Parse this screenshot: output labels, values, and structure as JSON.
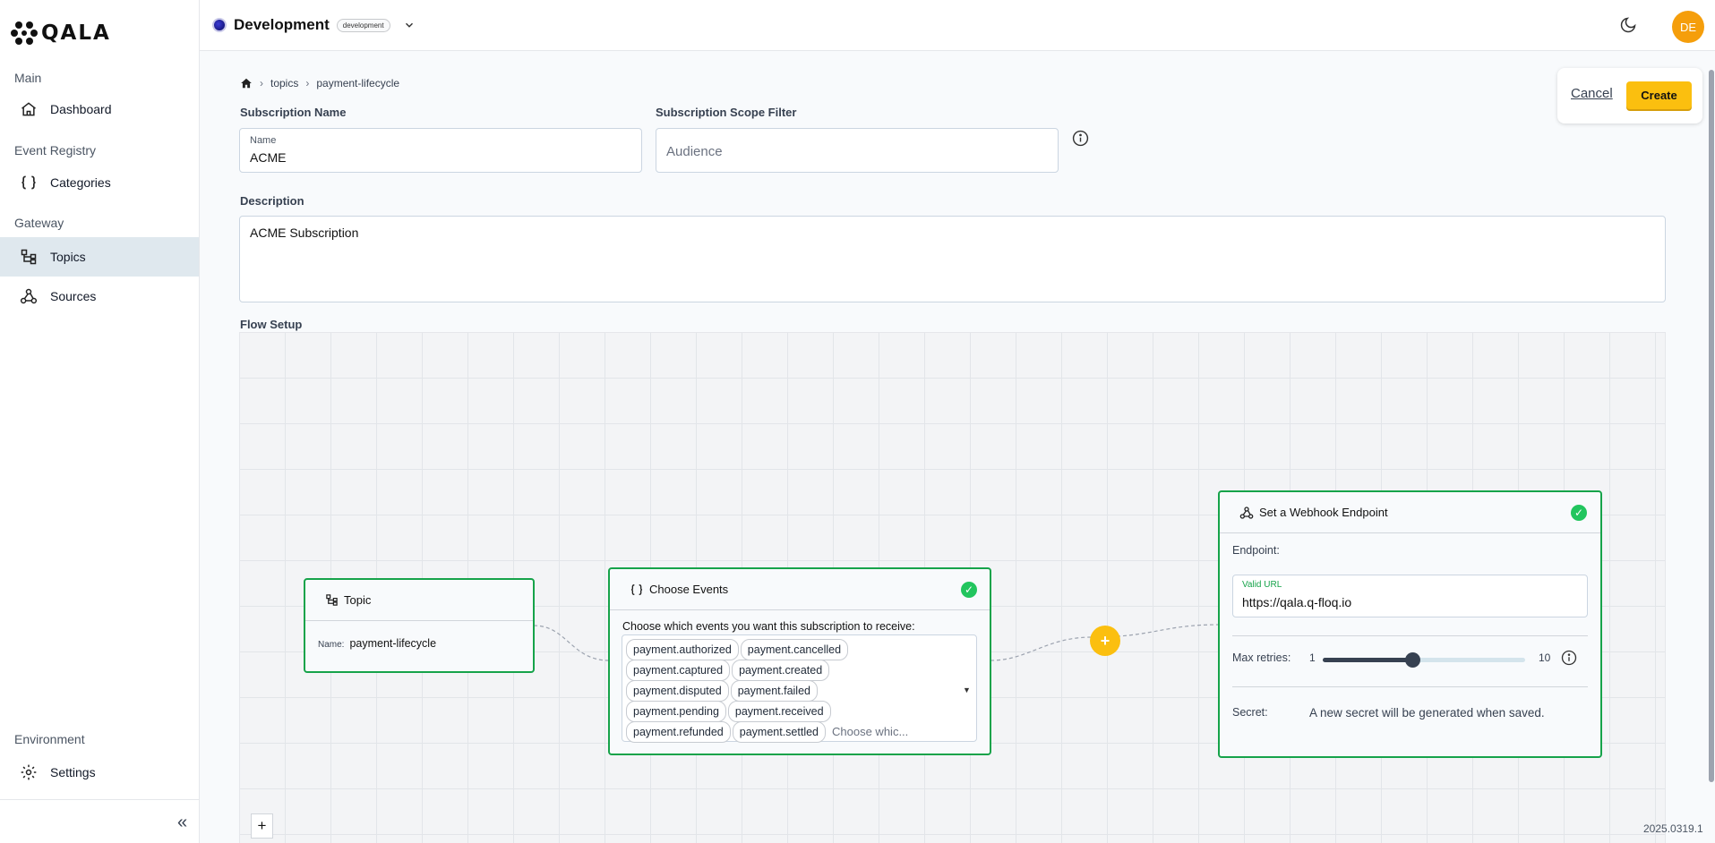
{
  "brand": {
    "name": "QALA"
  },
  "sidebar": {
    "sections": [
      {
        "label": "Main"
      },
      {
        "label": "Event Registry"
      },
      {
        "label": "Gateway"
      },
      {
        "label": "Environment"
      }
    ],
    "items": [
      {
        "label": "Dashboard",
        "icon": "home-icon"
      },
      {
        "label": "Categories",
        "icon": "braces-icon"
      },
      {
        "label": "Topics",
        "icon": "topics-icon",
        "active": true
      },
      {
        "label": "Sources",
        "icon": "webhook-icon"
      },
      {
        "label": "Settings",
        "icon": "gear-icon"
      }
    ],
    "collapse": "«"
  },
  "header": {
    "environment": "Development",
    "badge": "development",
    "avatar": "DE"
  },
  "breadcrumb": {
    "home_icon": "home-icon",
    "items": [
      "topics",
      "payment-lifecycle"
    ]
  },
  "form": {
    "subscription_name_label": "Subscription Name",
    "name_small_label": "Name",
    "name_value": "ACME",
    "scope_label": "Subscription Scope Filter",
    "scope_placeholder": "Audience",
    "description_label": "Description",
    "description_value": "ACME Subscription",
    "flow_label": "Flow Setup"
  },
  "actions": {
    "cancel": "Cancel",
    "create": "Create"
  },
  "flow": {
    "topic_node": {
      "title": "Topic",
      "name_label": "Name:",
      "name_value": "payment-lifecycle"
    },
    "events_node": {
      "title": "Choose Events",
      "prompt": "Choose which events you want this subscription to receive:",
      "events": [
        [
          "payment.authorized",
          "payment.cancelled"
        ],
        [
          "payment.captured",
          "payment.created"
        ],
        [
          "payment.disputed",
          "payment.failed"
        ],
        [
          "payment.pending",
          "payment.received"
        ],
        [
          "payment.refunded",
          "payment.settled"
        ]
      ],
      "placeholder": "Choose whic..."
    },
    "add_node": "+",
    "webhook_node": {
      "title": "Set a Webhook Endpoint",
      "endpoint_label": "Endpoint:",
      "url_hint": "Valid URL",
      "url_value": "https://qala.q-floq.io",
      "retries_label": "Max retries:",
      "retries_min": "1",
      "retries_max": "10",
      "retries_value": 5,
      "secret_label": "Secret:",
      "secret_value": "A new secret will be generated when saved."
    }
  },
  "zoom_in": "+",
  "version": "2025.0319.1",
  "colors": {
    "accent": "#fbbf0f",
    "node_border": "#16a34a",
    "check": "#22c55e",
    "avatar": "#f59e0b",
    "active_nav": "#dfe8ee"
  }
}
